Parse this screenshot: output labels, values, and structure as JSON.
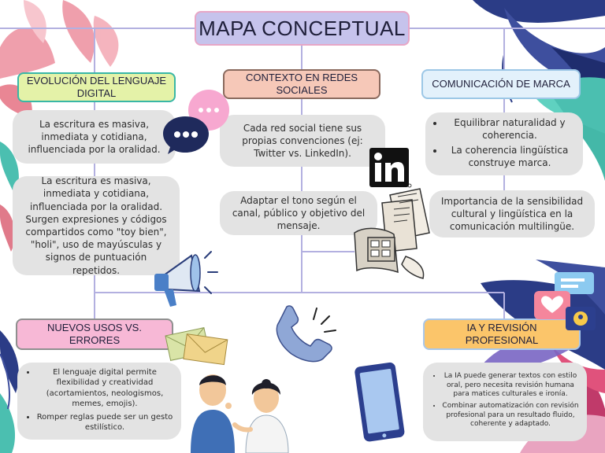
{
  "title": "MAPA CONCEPTUAL",
  "colors": {
    "title_bg": "#c6c3ec",
    "title_border": "#e7a6c6",
    "header_green_bg": "#e4f2a8",
    "header_green_border": "#39b7a6",
    "header_peach_bg": "#f6c8b8",
    "header_peach_border": "#8a6a5e",
    "header_blue_bg": "#e3f1fb",
    "header_blue_border": "#9cc7e6",
    "header_pink_bg": "#f7b8d6",
    "header_pink_border": "#8f8f8f",
    "header_orange_bg": "#fbc56a",
    "header_orange_border": "#a9c7ea",
    "bubble_bg": "#e3e3e3",
    "connector": "#b3b0e0"
  },
  "sections": {
    "evolucion": {
      "header": "EVOLUCIÓN DEL LENGUAJE DIGITAL",
      "bubble1": "La escritura es masiva, inmediata y cotidiana, influenciada por la oralidad.",
      "bubble2": "La escritura es masiva, inmediata y cotidiana, influenciada por la oralidad. Surgen expresiones y códigos compartidos como \"toy bien\", \"holi\", uso de mayúsculas y signos de puntuación repetidos."
    },
    "contexto": {
      "header": "CONTEXTO EN REDES SOCIALES",
      "bubble1": "Cada red social tiene sus propias convenciones (ej: Twitter vs. LinkedIn).",
      "bubble2": "Adaptar el tono según el canal, público y objetivo del mensaje."
    },
    "marca": {
      "header": "COMUNICACIÓN DE MARCA",
      "bullets": [
        "Equilibrar naturalidad y coherencia.",
        "La coherencia lingüística construye marca."
      ],
      "bubble2": "Importancia de la sensibilidad cultural y lingüística en la comunicación multilingüe."
    },
    "nuevos": {
      "header": "NUEVOS USOS VS. ERRORES",
      "bullets": [
        "El lenguaje digital permite flexibilidad y creatividad (acortamientos, neologismos, memes, emojis).",
        "Romper reglas puede ser un gesto estilístico."
      ]
    },
    "ia": {
      "header": "IA Y REVISIÓN PROFESIONAL",
      "bullets": [
        "La IA puede generar textos con estilo oral, pero necesita revisión humana para matices culturales e ironía.",
        "Combinar automatización con revisión profesional para un resultado fluido, coherente y adaptado."
      ]
    }
  },
  "icons": [
    "leaf-decoration",
    "chat-bubble-icon",
    "linkedin-logo-icon",
    "documents-illustration",
    "megaphone-icon",
    "envelopes-icon",
    "phone-icon",
    "people-illustration",
    "tablet-icon",
    "social-notification-icon"
  ]
}
